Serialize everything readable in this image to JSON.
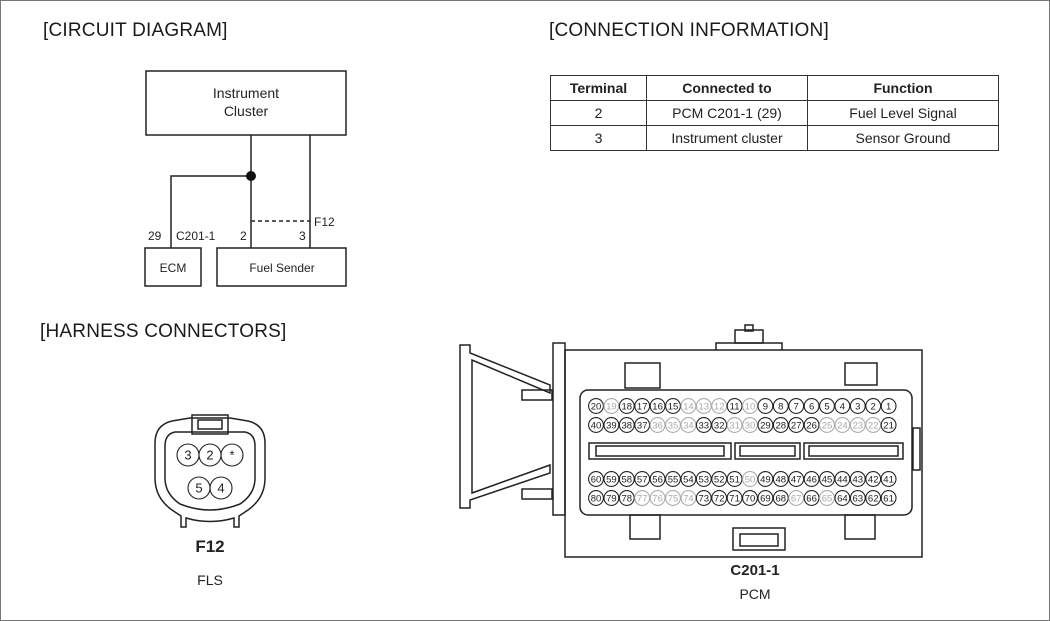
{
  "sections": {
    "circuit_title": "[CIRCUIT DIAGRAM]",
    "connection_title": "[CONNECTION INFORMATION]",
    "harness_title": "[HARNESS CONNECTORS]"
  },
  "circuit": {
    "cluster_line1": "Instrument",
    "cluster_line2": "Cluster",
    "ecm_label": "ECM",
    "sender_label": "Fuel Sender",
    "pin_ecm": "29",
    "conn_ecm": "C201-1",
    "pin_sender_a": "2",
    "pin_sender_b": "3",
    "conn_sender": "F12"
  },
  "connection_table": {
    "headers": [
      "Terminal",
      "Connected to",
      "Function"
    ],
    "rows": [
      [
        "2",
        "PCM C201-1 (29)",
        "Fuel Level Signal"
      ],
      [
        "3",
        "Instrument cluster",
        "Sensor Ground"
      ]
    ]
  },
  "f12": {
    "pins_top": [
      "3",
      "2",
      "*"
    ],
    "pins_bottom": [
      "5",
      "4"
    ],
    "name": "F12",
    "desc": "FLS"
  },
  "c201": {
    "name": "C201-1",
    "desc": "PCM",
    "rows": [
      [
        "20",
        "19",
        "18",
        "17",
        "16",
        "15",
        "14",
        "13",
        "12",
        "11",
        "10",
        "9",
        "8",
        "7",
        "6",
        "5",
        "4",
        "3",
        "2",
        "1"
      ],
      [
        "40",
        "39",
        "38",
        "37",
        "36",
        "35",
        "34",
        "33",
        "32",
        "31",
        "30",
        "29",
        "28",
        "27",
        "26",
        "25",
        "24",
        "23",
        "22",
        "21"
      ],
      [
        "60",
        "59",
        "58",
        "57",
        "56",
        "55",
        "54",
        "53",
        "52",
        "51",
        "50",
        "49",
        "48",
        "47",
        "46",
        "45",
        "44",
        "43",
        "42",
        "41"
      ],
      [
        "80",
        "79",
        "78",
        "77",
        "76",
        "75",
        "74",
        "73",
        "72",
        "71",
        "70",
        "69",
        "68",
        "67",
        "66",
        "65",
        "64",
        "63",
        "62",
        "61"
      ]
    ]
  },
  "colors": {
    "line": "#222222",
    "pin_faded": "#aaaaaa",
    "pin_active": "#222222"
  }
}
